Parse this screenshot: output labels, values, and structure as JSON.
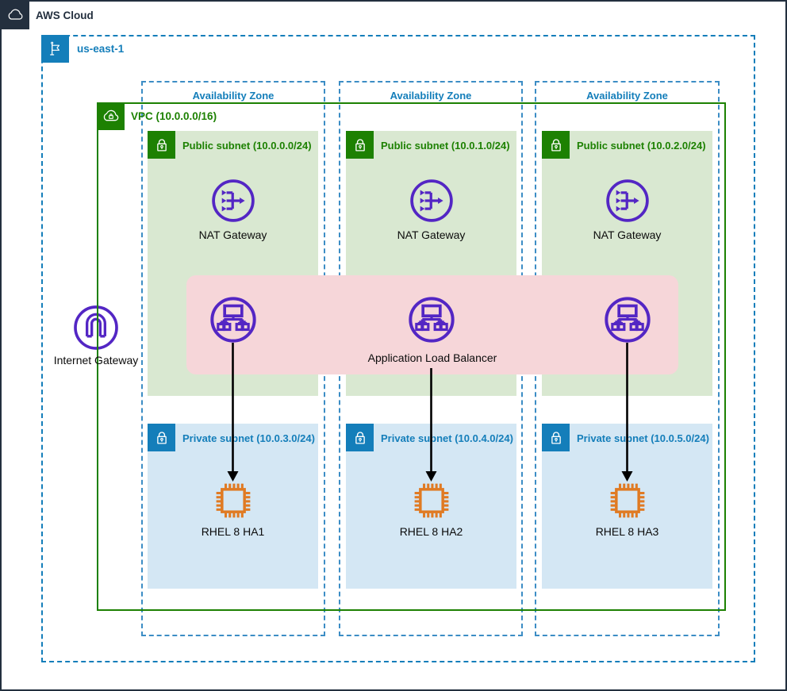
{
  "header": {
    "title": "AWS Cloud"
  },
  "region": {
    "label": "us-east-1"
  },
  "vpc": {
    "label": "VPC (10.0.0.0/16)"
  },
  "internet_gateway": {
    "label": "Internet Gateway"
  },
  "load_balancer": {
    "label": "Application Load Balancer"
  },
  "zones": [
    {
      "az_label": "Availability Zone",
      "public_subnet_label": "Public subnet (10.0.0.0/24)",
      "nat_label": "NAT Gateway",
      "private_subnet_label": "Private subnet (10.0.3.0/24)",
      "instance_label": "RHEL 8 HA1"
    },
    {
      "az_label": "Availability Zone",
      "public_subnet_label": "Public subnet (10.0.1.0/24)",
      "nat_label": "NAT Gateway",
      "private_subnet_label": "Private subnet (10.0.4.0/24)",
      "instance_label": "RHEL 8 HA2"
    },
    {
      "az_label": "Availability Zone",
      "public_subnet_label": "Public subnet (10.0.2.0/24)",
      "nat_label": "NAT Gateway",
      "private_subnet_label": "Private subnet (10.0.5.0/24)",
      "instance_label": "RHEL 8 HA3"
    }
  ],
  "colors": {
    "aws_dark": "#232F3E",
    "region_blue": "#147EBA",
    "vpc_green": "#1D8102",
    "public_subnet_fill": "#D9E8D1",
    "private_subnet_fill": "#D4E7F4",
    "alb_band_pink": "#F6D6D9",
    "icon_purple": "#5326C4",
    "instance_orange": "#E07A22",
    "arrow_black": "#000000"
  }
}
